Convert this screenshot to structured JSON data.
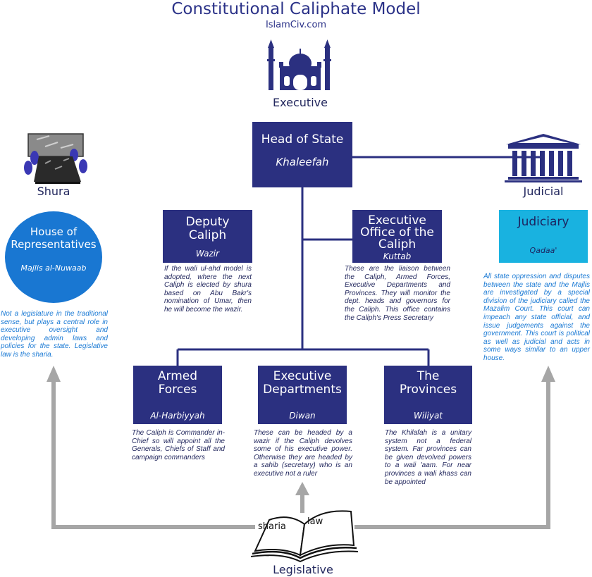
{
  "header": {
    "title": "Constitutional Caliphate Model",
    "site": "IslamCiv.com"
  },
  "labels": {
    "executive": "Executive",
    "shura": "Shura",
    "judicial": "Judicial",
    "legislative": "Legislative"
  },
  "head_of_state": {
    "title": "Head of State",
    "subtitle": "Khaleefah"
  },
  "deputy": {
    "title1": "Deputy",
    "title2": "Caliph",
    "subtitle": "Wazir",
    "desc": "If the wali ul-ahd model is adopted, where the next Caliph is elected by shura based on Abu Bakr's nomination of Umar, then he will become the wazir."
  },
  "exec_office": {
    "title1": "Executive",
    "title2": "Office of the",
    "title3": "Caliph",
    "subtitle": "Kuttab",
    "desc": "These are the liaison between the Caliph, Armed Forces, Executive Departments and Provinces. They will monitor the dept. heads and governors for the Caliph. This office contains the Caliph's Press Secretary"
  },
  "armed_forces": {
    "title1": "Armed",
    "title2": "Forces",
    "subtitle": "Al-Harbiyyah",
    "desc": "The Caliph is Commander in-Chief so will appoint all the Generals, Chiefs of Staff and campaign commanders"
  },
  "exec_depts": {
    "title1": "Executive",
    "title2": "Departments",
    "subtitle": "Diwan",
    "desc": "These can be headed by a wazir if the Caliph devolves some of his executive power. Otherwise they are headed by a sahib (secretary) who is an executive not a ruler"
  },
  "provinces": {
    "title1": "The",
    "title2": "Provinces",
    "subtitle": "Wiliyat",
    "desc": "The Khilafah is a unitary system not a federal system. Far provinces can be given devolved powers to a wali 'aam. For near provinces a wali khass can be appointed"
  },
  "house": {
    "title1": "House of",
    "title2": "Representatives",
    "subtitle": "Majlis al-Nuwaab",
    "desc": "Not a legislature in the traditional sense, but plays a central role in executive oversight and developing admin laws and policies for the state. Legislative law is the sharia."
  },
  "judiciary": {
    "title": "Judiciary",
    "subtitle": "Qadaa'",
    "desc": "All state oppression and disputes between the state and the Majlis are investigated by a special division of the judiciary called the Mazalim Court. This court can impeach any state official, and issue judgements against the government. This court is political as well as judicial and acts in some ways similar to an upper house."
  },
  "book": {
    "word1": "sharia",
    "word2": "law"
  },
  "icons": {
    "executive": "mosque-icon",
    "shura": "meeting-table-icon",
    "judicial": "courthouse-icon",
    "legislative": "open-book-icon"
  },
  "colors": {
    "box": "#2b3080",
    "circle": "#1977d2",
    "judiciary": "#19b2e0",
    "arrow": "#a6a6a6",
    "title": "#2b3288"
  }
}
